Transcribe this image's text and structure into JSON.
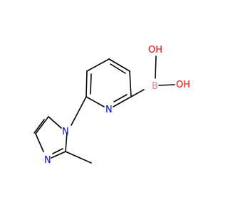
{
  "molecule": {
    "atoms": [
      {
        "id": "B",
        "element": "B",
        "label": "B",
        "color": "#e08a8a"
      },
      {
        "id": "O1",
        "element": "O",
        "label": "OH",
        "color": "#ff0000"
      },
      {
        "id": "O2",
        "element": "O",
        "label": "OH",
        "color": "#ff0000"
      },
      {
        "id": "Npy",
        "element": "N",
        "label": "N",
        "color": "#0000ff"
      },
      {
        "id": "N1",
        "element": "N",
        "label": "N",
        "color": "#0000ff"
      },
      {
        "id": "N3",
        "element": "N",
        "label": "N",
        "color": "#0000ff"
      }
    ],
    "bond_color": "#000000"
  }
}
